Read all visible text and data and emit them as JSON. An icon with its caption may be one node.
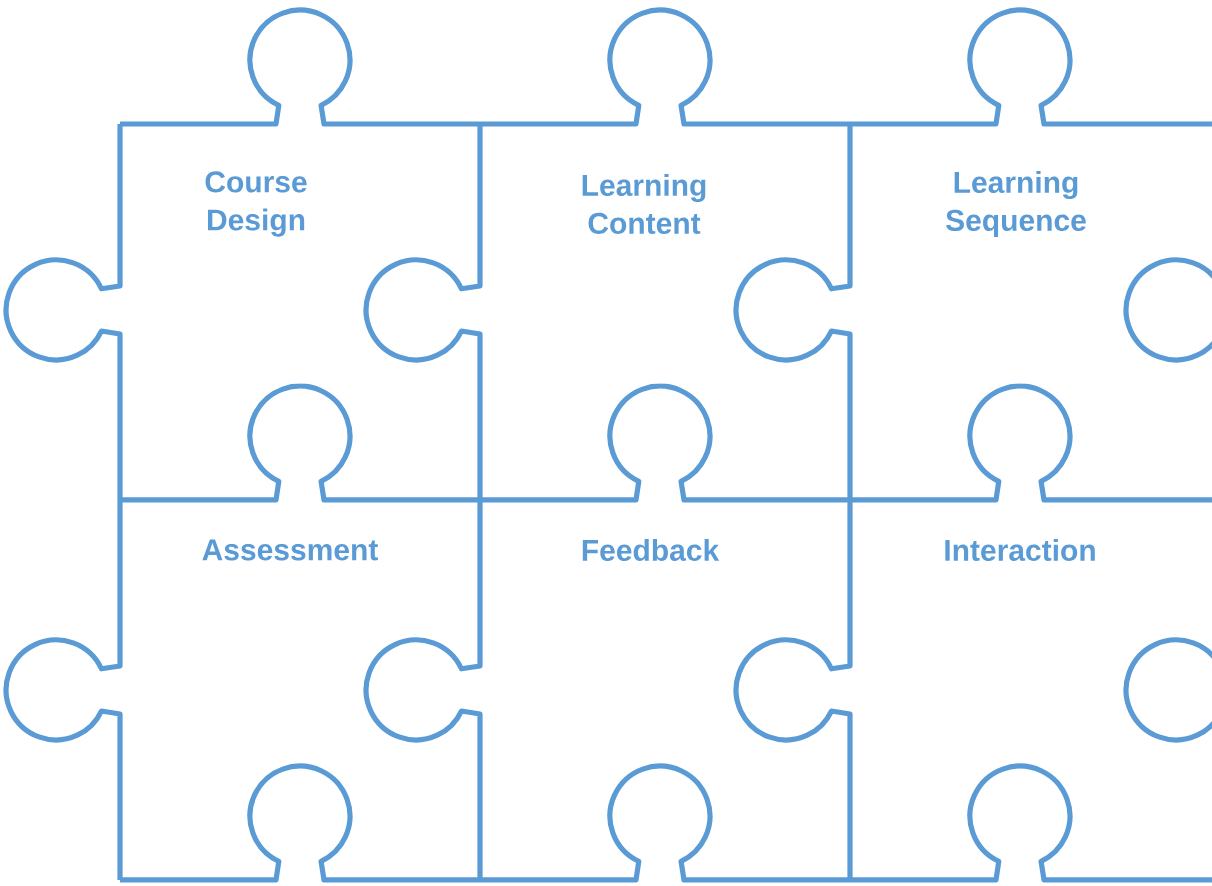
{
  "diagram": {
    "nodes": [
      {
        "text": [
          "Course Design"
        ]
      },
      {
        "text": [
          "Learning Content"
        ]
      },
      {
        "text": [
          "Learning Sequence"
        ]
      },
      {
        "text": [
          "Assessment"
        ]
      },
      {
        "text": [
          "Feedback"
        ]
      },
      {
        "text": [
          "Interaction"
        ]
      }
    ]
  }
}
